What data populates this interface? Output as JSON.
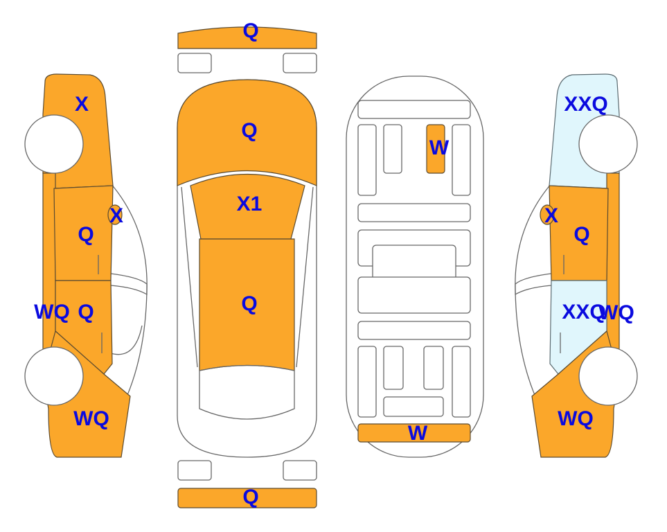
{
  "colors": {
    "damaged": "#FBA72A",
    "highlight": "#E0F6FC",
    "label": "#0a0adf"
  },
  "left_side": {
    "front_fender": "X",
    "mirror": "X",
    "front_door": "Q",
    "rear_door": "Q",
    "rocker": "WQ",
    "rear_quarter": "WQ"
  },
  "top_view": {
    "front_bumper": "Q",
    "hood": "Q",
    "windshield": "X1",
    "roof": "Q",
    "rear_bumper": "Q"
  },
  "underbody": {
    "center_member": "W",
    "rear_panel": "W"
  },
  "right_side": {
    "front_fender": "XXQ",
    "mirror": "X",
    "front_door": "Q",
    "rear_door": "XXQ",
    "rocker": "WQ",
    "rear_quarter": "WQ"
  }
}
